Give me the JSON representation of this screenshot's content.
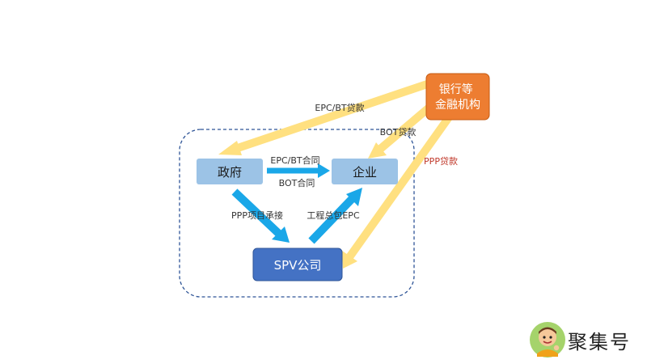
{
  "nodes": {
    "bank": "银行等\n金融机构",
    "government": "政府",
    "enterprise": "企业",
    "spv": "SPV公司"
  },
  "edge_labels": {
    "bank_to_government": "EPC/BT贷款",
    "bank_to_enterprise": "BOT贷款",
    "bank_to_spv": "PPP贷款",
    "government_to_enterprise": "EPC/BT合同",
    "government_enterprise_bot": "BOT合同",
    "government_to_spv": "PPP项目承接",
    "spv_to_enterprise": "工程总包EPC"
  },
  "watermark": {
    "text": "聚集号"
  },
  "colors": {
    "node_blue": "#9cc3e6",
    "spv_blue": "#4472c4",
    "bank_orange": "#ed7d31",
    "arrow_yellow": "#ffe080",
    "arrow_blue": "#1aa7e8",
    "dashed_border": "#2f5597",
    "ppp_label_red": "#c0392b"
  }
}
